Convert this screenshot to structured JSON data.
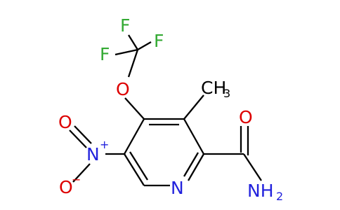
{
  "molecule": {
    "atoms": {
      "f_top": "F",
      "f_right": "F",
      "f_left": "F",
      "o_ether": "O",
      "ch3": "CH",
      "ch3_sub": "3",
      "o_amide": "O",
      "nh2": "NH",
      "nh2_sub": "2",
      "n_ring": "N",
      "n_nitro": "N",
      "n_nitro_charge": "+",
      "o_nitro_top": "O",
      "o_nitro_bottom": "O",
      "o_nitro_charge": "−"
    },
    "colors": {
      "bond": "#000000",
      "oxygen": "#dd0000",
      "nitrogen": "#2222dd",
      "fluorine": "#33aa33"
    }
  }
}
